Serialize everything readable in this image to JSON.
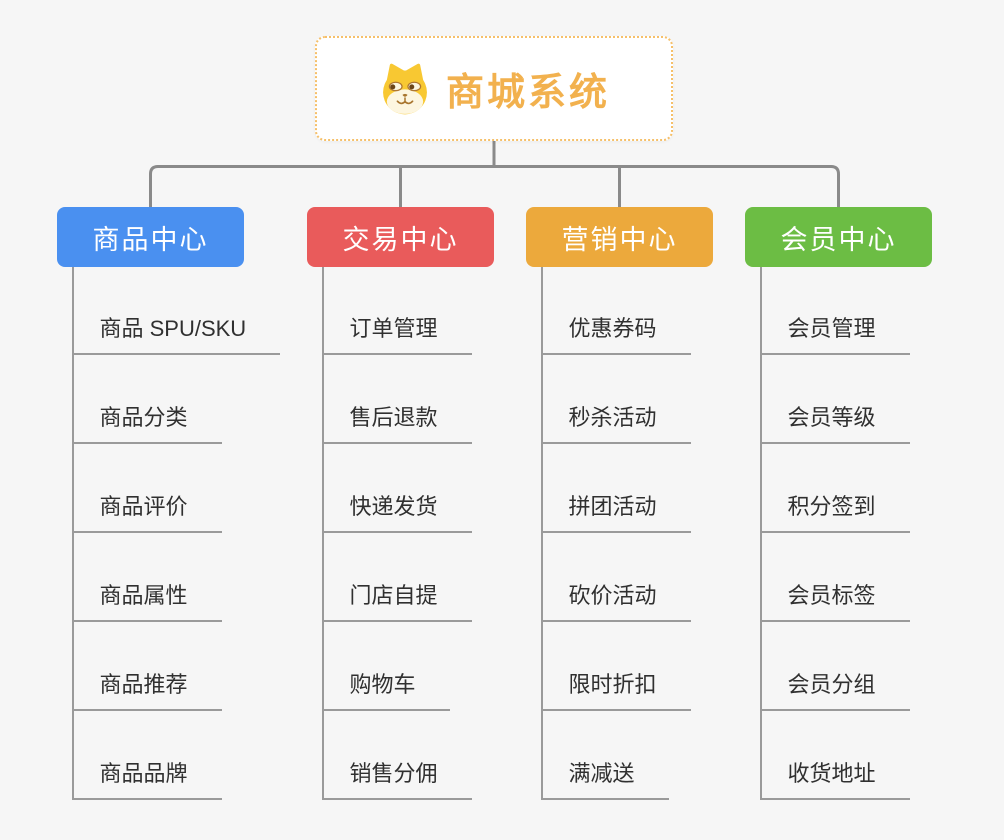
{
  "root": {
    "title": "商城系统",
    "icon": "doge-icon",
    "accent_color": "#f2b14e",
    "border_color": "#f6c06a"
  },
  "edge_color": "#8a8a8a",
  "background_color": "#f6f6f6",
  "branches": [
    {
      "id": "product",
      "label": "商品中心",
      "color": "#4a90f0",
      "children": [
        "商品 SPU/SKU",
        "商品分类",
        "商品评价",
        "商品属性",
        "商品推荐",
        "商品品牌"
      ]
    },
    {
      "id": "trade",
      "label": "交易中心",
      "color": "#e95b5b",
      "children": [
        "订单管理",
        "售后退款",
        "快递发货",
        "门店自提",
        "购物车",
        "销售分佣"
      ]
    },
    {
      "id": "marketing",
      "label": "营销中心",
      "color": "#eca93c",
      "children": [
        "优惠券码",
        "秒杀活动",
        "拼团活动",
        "砍价活动",
        "限时折扣",
        "满减送"
      ]
    },
    {
      "id": "member",
      "label": "会员中心",
      "color": "#6cbd44",
      "children": [
        "会员管理",
        "会员等级",
        "积分签到",
        "会员标签",
        "会员分组",
        "收货地址"
      ]
    }
  ]
}
